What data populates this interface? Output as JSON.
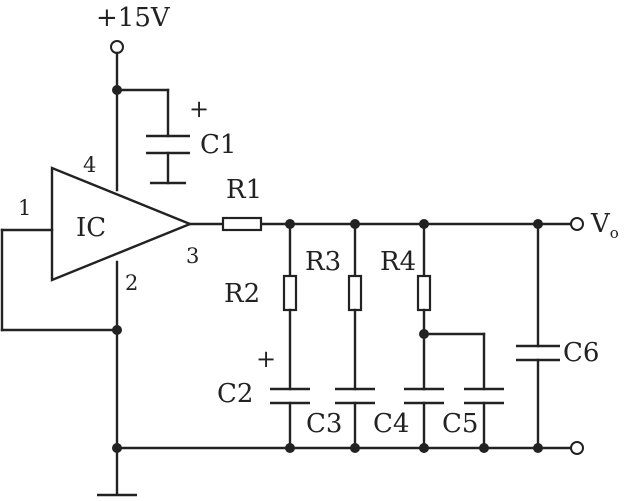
{
  "supply": {
    "label": "+15V"
  },
  "ic": {
    "label": "IC",
    "pin1": "1",
    "pin2": "2",
    "pin3": "3",
    "pin4": "4"
  },
  "components": {
    "c1": "C1",
    "c2": "C2",
    "c3": "C3",
    "c4": "C4",
    "c5": "C5",
    "c6": "C6",
    "r1": "R1",
    "r2": "R2",
    "r3": "R3",
    "r4": "R4"
  },
  "polarity": {
    "c1_plus": "+",
    "c2_plus": "+"
  },
  "output": {
    "label": "V",
    "subscript": "o"
  }
}
